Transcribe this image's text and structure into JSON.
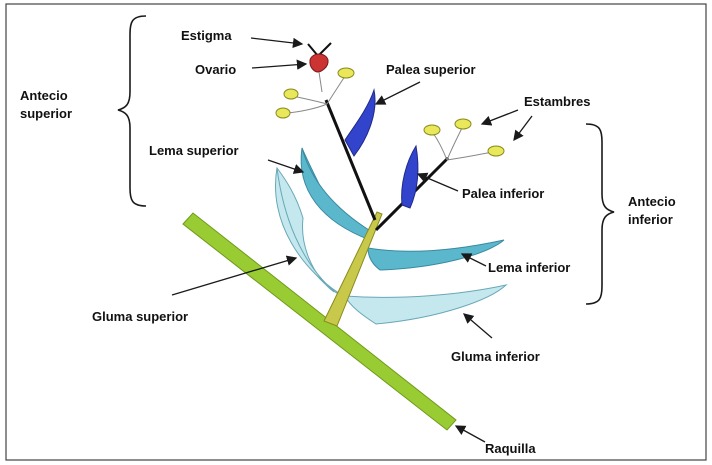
{
  "labels": {
    "estigma": "Estigma",
    "ovario": "Ovario",
    "palea_superior": "Palea superior",
    "estambres": "Estambres",
    "antecio_superior_1": "Antecio",
    "antecio_superior_2": "superior",
    "lema_superior": "Lema superior",
    "palea_inferior": "Palea inferior",
    "antecio_inferior_1": "Antecio",
    "antecio_inferior_2": "inferior",
    "lema_inferior": "Lema inferior",
    "gluma_superior": "Gluma superior",
    "gluma_inferior": "Gluma inferior",
    "raquilla": "Raquilla"
  },
  "colors": {
    "raquilla": "#99cc33",
    "raquilla_stroke": "#6f9a1a",
    "axis": "#c8c84a",
    "lema": "#5bb8cc",
    "gluma": "#c4e8ee",
    "palea": "#3344cc",
    "anther": "#e8e85a",
    "ovary": "#cc3333",
    "frame": "#444444"
  }
}
